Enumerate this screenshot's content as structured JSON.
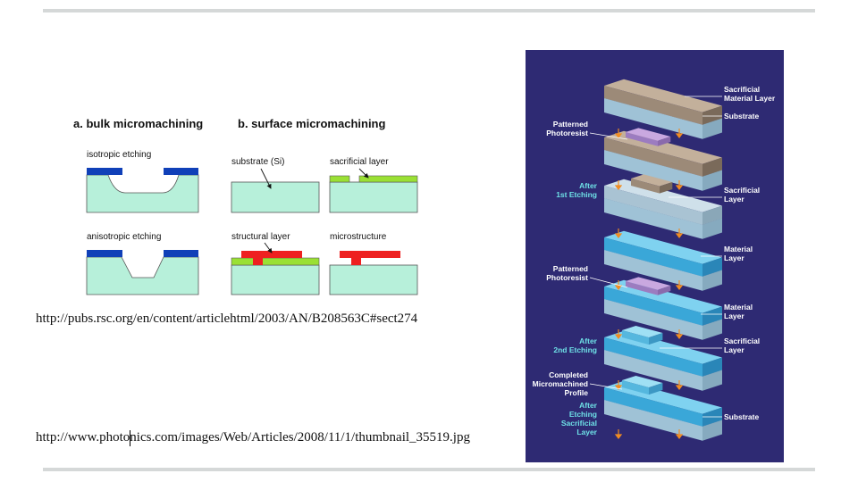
{
  "left_figure": {
    "heading_a": "a.  bulk micromachining",
    "heading_b": "b.  surface micromachining",
    "captions": {
      "isotropic": "isotropic etching",
      "anisotropic": "anisotropic etching",
      "substrate": "substrate (Si)",
      "sacrificial": "sacrificial layer",
      "structural": "structural layer",
      "microstructure": "microstructure"
    }
  },
  "urls": {
    "rsc": "http://pubs.rsc.org/en/content/articlehtml/2003/AN/B208563C#sect274",
    "photonics": "http://www.photonics.com/images/Web/Articles/2008/11/1/thumbnail_35519.jpg"
  },
  "right_figure": {
    "labels_right": {
      "sacrificial_material_1": "Sacrificial",
      "sacrificial_material_2": "Material Layer",
      "substrate_top": "Substrate",
      "sac1_1": "Sacrificial",
      "sac1_2": "Layer",
      "mat1_1": "Material",
      "mat1_2": "Layer",
      "mat2_1": "Material",
      "mat2_2": "Layer",
      "sac2_1": "Sacrificial",
      "sac2_2": "Layer",
      "substrate_bottom": "Substrate"
    },
    "labels_left": {
      "pp1_1": "Patterned",
      "pp1_2": "Photoresist",
      "after1_1": "After",
      "after1_2": "1st Etching",
      "pp2_1": "Patterned",
      "pp2_2": "Photoresist",
      "after2_1": "After",
      "after2_2": "2nd Etching",
      "comp_1": "Completed",
      "comp_2": "Micromachined",
      "comp_3": "Profile",
      "final_1": "After",
      "final_2": "Etching",
      "final_3": "Sacrificial",
      "final_4": "Layer"
    },
    "colors": {
      "background": "#2e2a73",
      "label_white": "#ffffff",
      "label_cyan": "#6ee0e6",
      "arrow": "#f08c22"
    }
  }
}
